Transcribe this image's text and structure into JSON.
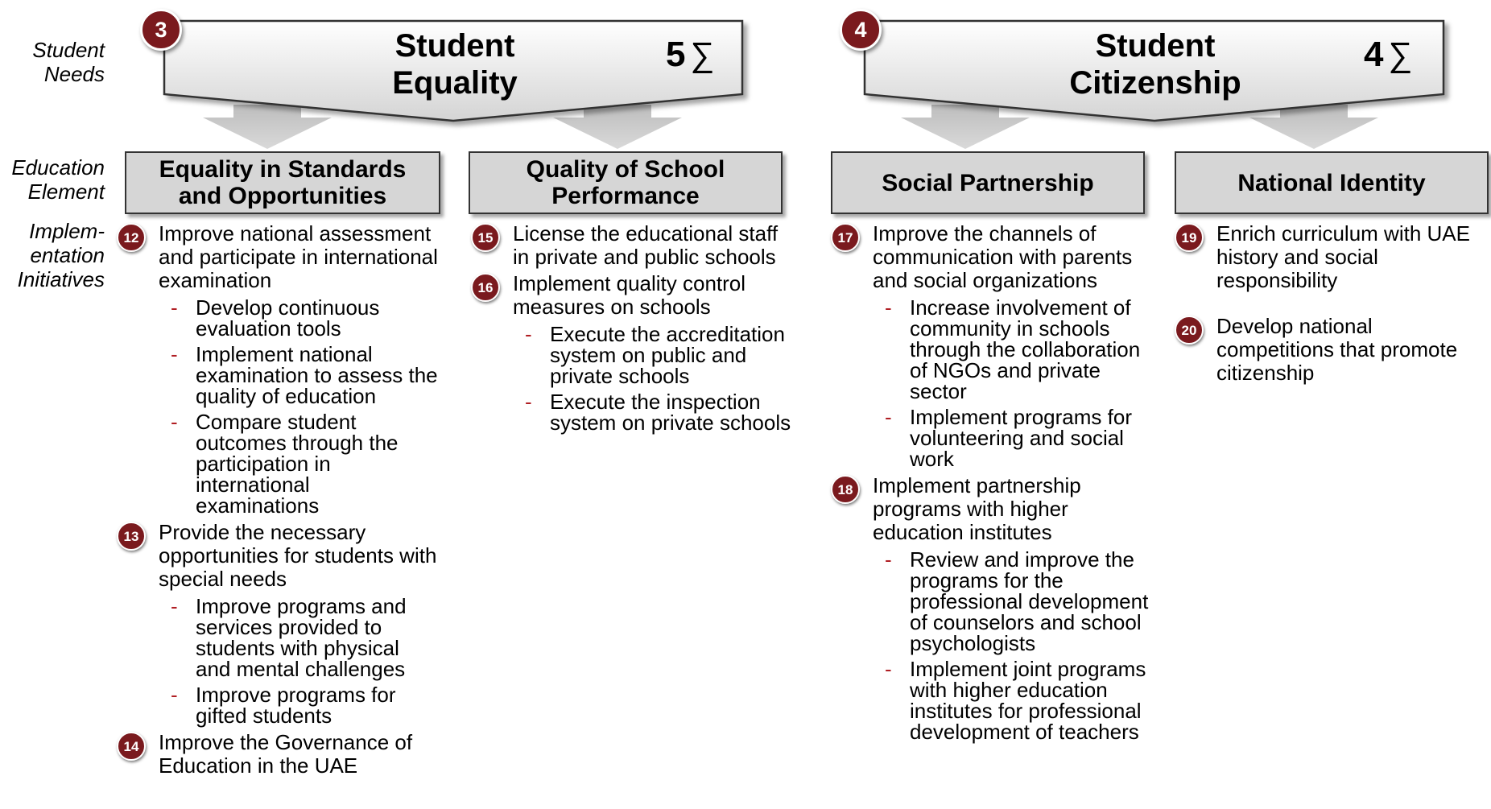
{
  "row_labels": {
    "needs": "Student Needs",
    "element": "Education Element",
    "initiatives": "Implem-entation Initiatives"
  },
  "needs": [
    {
      "number": "3",
      "title": "Student Equality",
      "count": "5",
      "symbol": "∑"
    },
    {
      "number": "4",
      "title": "Student Citizenship",
      "count": "4",
      "symbol": "∑"
    }
  ],
  "elements": [
    {
      "title": "Equality in Standards and Opportunities"
    },
    {
      "title": "Quality of School Performance"
    },
    {
      "title": "Social Partnership"
    },
    {
      "title": "National Identity"
    }
  ],
  "columns": [
    [
      {
        "num": "12",
        "text": "Improve national assessment and participate in international examination",
        "subs": [
          "Develop continuous evaluation tools",
          "Implement national examination to assess the quality of education",
          "Compare student outcomes through the participation in international examinations"
        ]
      },
      {
        "num": "13",
        "text": "Provide the necessary opportunities for students with special needs",
        "subs": [
          "Improve programs and services provided to students with physical and mental challenges",
          "Improve programs for gifted students"
        ]
      },
      {
        "num": "14",
        "text": "Improve the Governance of Education in the UAE",
        "subs": []
      }
    ],
    [
      {
        "num": "15",
        "text": "License the educational staff in private and public schools",
        "subs": []
      },
      {
        "num": "16",
        "text": "Implement quality control measures on schools",
        "subs": [
          "Execute the accreditation system on public and private schools",
          "Execute the inspection system on private schools"
        ]
      }
    ],
    [
      {
        "num": "17",
        "text": "Improve the channels of communication with parents and social organizations",
        "subs": [
          "Increase involvement of community in schools through the collaboration of NGOs and private sector",
          "Implement programs for volunteering and social work"
        ]
      },
      {
        "num": "18",
        "text": "Implement partnership programs with higher education institutes",
        "subs": [
          "Review and improve the programs for the professional development of counselors and school psychologists",
          "Implement joint programs with higher education institutes for professional development of teachers"
        ]
      }
    ],
    [
      {
        "num": "19",
        "text": "Enrich curriculum with UAE history and social responsibility",
        "subs": []
      },
      {
        "num": "20",
        "text": "Develop national competitions that promote citizenship",
        "subs": []
      }
    ]
  ],
  "dash": "-",
  "colors": {
    "badge": "#7a1a1e",
    "box": "#d6d6d6",
    "dash": "#b01e23"
  }
}
